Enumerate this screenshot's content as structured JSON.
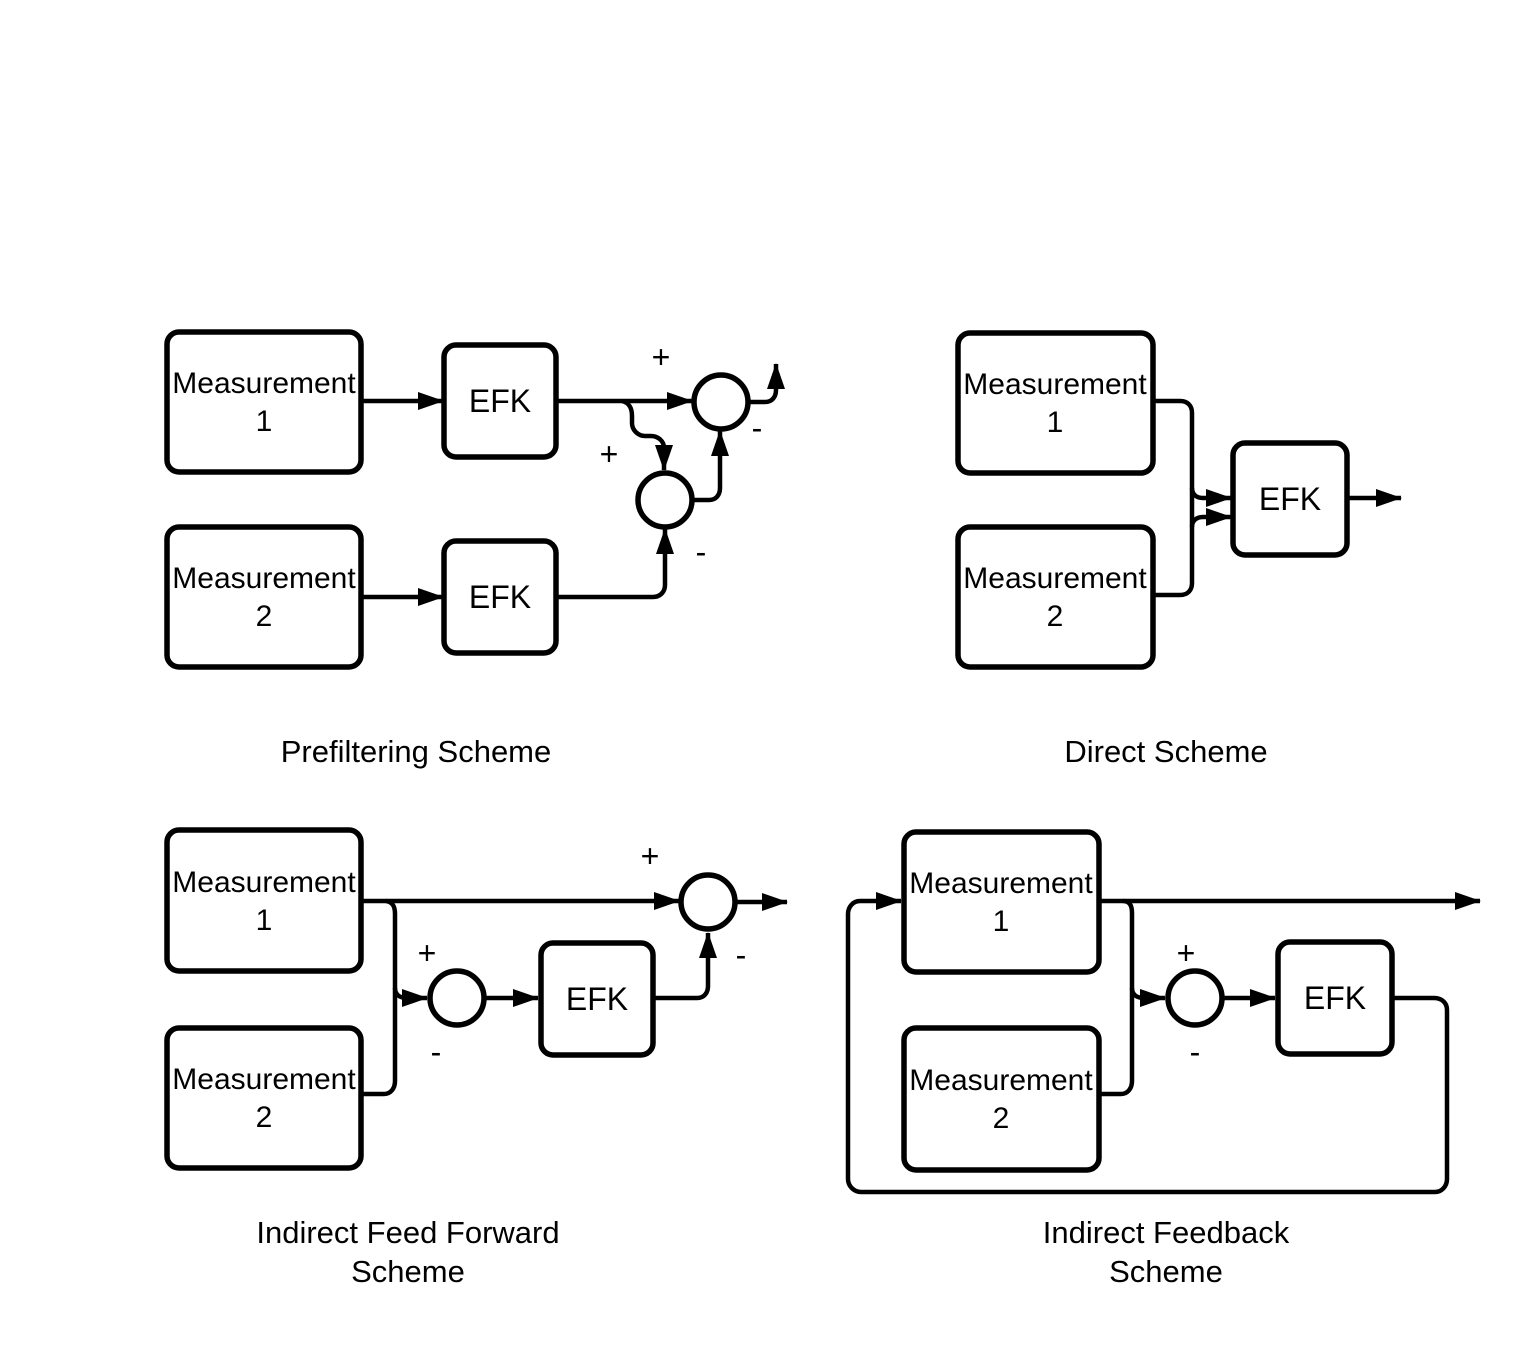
{
  "colors": {
    "ink": "#000000",
    "background": "#ffffff"
  },
  "schemes": [
    {
      "key": "prefiltering",
      "title": "Prefiltering Scheme",
      "m1": {
        "line1": "Measurement",
        "line2": "1"
      },
      "m2": {
        "line1": "Measurement",
        "line2": "2"
      },
      "efk1": "EFK",
      "efk2": "EFK",
      "signs": {
        "upper_plus": "+",
        "upper_minus": "-",
        "lower_plus": "+",
        "lower_minus": "-"
      }
    },
    {
      "key": "direct",
      "title": "Direct Scheme",
      "m1": {
        "line1": "Measurement",
        "line2": "1"
      },
      "m2": {
        "line1": "Measurement",
        "line2": "2"
      },
      "efk": "EFK"
    },
    {
      "key": "indirect-feed-forward",
      "title_line1": "Indirect Feed Forward",
      "title_line2": "Scheme",
      "m1": {
        "line1": "Measurement",
        "line2": "1"
      },
      "m2": {
        "line1": "Measurement",
        "line2": "2"
      },
      "efk": "EFK",
      "signs": {
        "left_plus": "+",
        "left_minus": "-",
        "right_plus": "+",
        "right_minus": "-"
      }
    },
    {
      "key": "indirect-feedback",
      "title_line1": "Indirect Feedback",
      "title_line2": "Scheme",
      "m1": {
        "line1": "Measurement",
        "line2": "1"
      },
      "m2": {
        "line1": "Measurement",
        "line2": "2"
      },
      "efk": "EFK",
      "signs": {
        "plus": "+",
        "minus": "-"
      }
    }
  ]
}
